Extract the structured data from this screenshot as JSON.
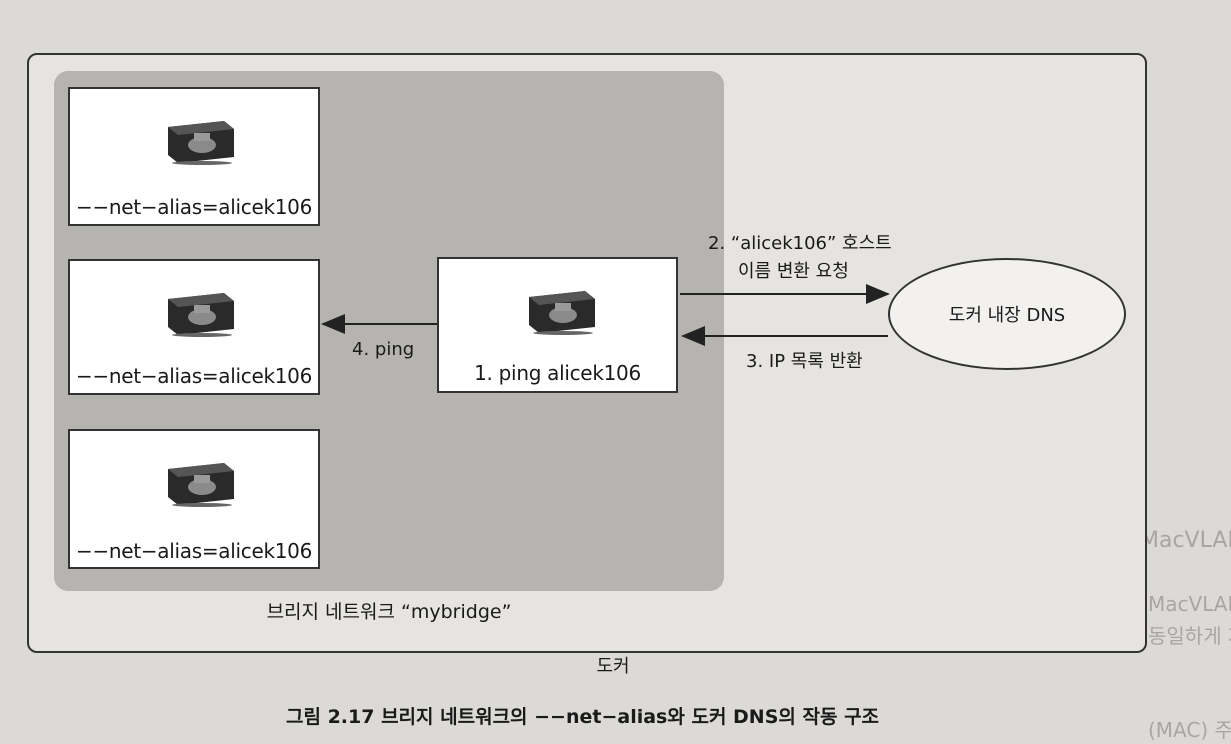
{
  "outer_label": "도커",
  "bridge_label": "브리지 네트워크 “mybridge”",
  "containers": [
    {
      "label": "−−net−alias=alicek106"
    },
    {
      "label": "−−net−alias=alicek106"
    },
    {
      "label": "−−net−alias=alicek106"
    }
  ],
  "ping_container": {
    "label": "1. ping alicek106"
  },
  "dns": {
    "label": "도커 내장 DNS"
  },
  "steps": {
    "request_line1": "2. “alicek106” 호스트",
    "request_line2": "이름 변환 요청",
    "response": "3. IP 목록 반환",
    "ping": "4. ping"
  },
  "caption": "그림 2.17 브리지 네트워크의 −−net−alias와 도커 DNS의 작동 구조",
  "background_text": [
    "MacVLAN 네트워크",
    "MacVLAN을 호스트의 네트워크 인터페이스 카드를 가상화해 물리 네트워크 환경을 컨테이너에게",
    "동일하게 제공합니다. 따라서 MacVLAN을 사용하면 컨테이너는 물리 네트워크상에서 가상의",
    "(MAC) 주소를 가지며, 해당 네트워크에 연결된 다른 장치와의 통신이 가능해집니다. MacVLAN"
  ]
}
